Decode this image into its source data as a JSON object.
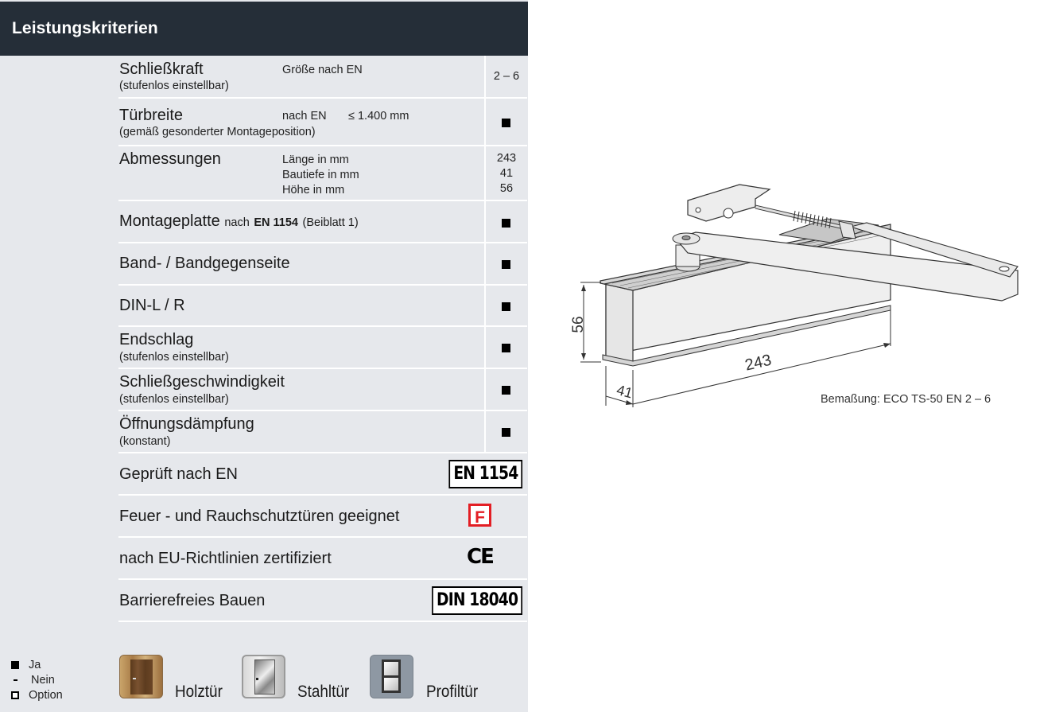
{
  "header": {
    "title": "Leistungskriterien"
  },
  "rows": [
    {
      "label": "Schließkraft",
      "sublabel": "(stufenlos einstellbar)",
      "spec": "Größe nach EN",
      "value": "2 – 6"
    },
    {
      "label": "Türbreite",
      "sublabel": "(gemäß gesonderter Montageposition)",
      "spec": "nach EN",
      "spec2": "≤ 1.400 mm",
      "value": "■"
    },
    {
      "label": "Abmessungen",
      "specs": [
        "Länge in mm",
        "Bautiefe in mm",
        "Höhe in mm"
      ],
      "values": [
        "243",
        "41",
        "56"
      ]
    },
    {
      "label": "Montageplatte",
      "label_suffix_1": "nach",
      "label_suffix_bold": "EN 1154",
      "label_suffix_2": "(Beiblatt 1)",
      "value": "■"
    },
    {
      "label": "Band- / Bandgegenseite",
      "value": "■"
    },
    {
      "label": "DIN-L / R",
      "value": "■"
    },
    {
      "label": "Endschlag",
      "sublabel": "(stufenlos einstellbar)",
      "value": "■"
    },
    {
      "label": "Schließgeschwindigkeit",
      "sublabel": "(stufenlos einstellbar)",
      "value": "■"
    },
    {
      "label": "Öffnungsdämpfung",
      "sublabel": "(konstant)",
      "value": "■"
    },
    {
      "label": "Geprüft nach EN",
      "badge": "EN 1154"
    },
    {
      "label": "Feuer - und Rauchschutztüren geeignet",
      "badge": "F",
      "badge_color": "#e31e24"
    },
    {
      "label": "nach EU-Richtlinien zertifiziert",
      "badge": "CE"
    },
    {
      "label": "Barrierefreies Bauen",
      "badge": "DIN 18040"
    }
  ],
  "legend": [
    {
      "symbol": "filled-square",
      "label": "Ja"
    },
    {
      "symbol": "dash",
      "label": "Nein"
    },
    {
      "symbol": "hollow-square",
      "label": "Option"
    }
  ],
  "door_types": [
    {
      "icon": "wood-door-icon",
      "label": "Holztür"
    },
    {
      "icon": "steel-door-icon",
      "label": "Stahltür"
    },
    {
      "icon": "profile-door-icon",
      "label": "Profiltür"
    }
  ],
  "drawing": {
    "dim_height": "56",
    "dim_length": "243",
    "dim_depth": "41",
    "caption": "Bemaßung: ECO TS-50 EN 2 – 6"
  },
  "colors": {
    "header_bg": "#252e38",
    "panel_bg": "#e6e8ec",
    "fire_red": "#e31e24"
  }
}
